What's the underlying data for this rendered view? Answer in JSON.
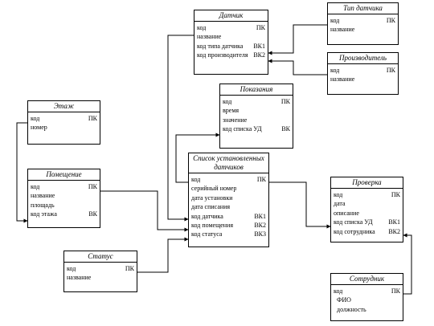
{
  "entities": {
    "datchik": {
      "title": "Датчик",
      "fields": [
        {
          "name": "код",
          "key": "ПК"
        },
        {
          "name": "название",
          "key": ""
        },
        {
          "name": "код типа датчика",
          "key": "ВК1"
        },
        {
          "name": "код производителя",
          "key": "ВК2"
        }
      ]
    },
    "tip_datchika": {
      "title": "Тип датчика",
      "fields": [
        {
          "name": "код",
          "key": "ПК"
        },
        {
          "name": "название",
          "key": ""
        }
      ]
    },
    "proizvoditel": {
      "title": "Производитель",
      "fields": [
        {
          "name": "код",
          "key": "ПК"
        },
        {
          "name": "название",
          "key": ""
        }
      ]
    },
    "pokazaniya": {
      "title": "Показания",
      "fields": [
        {
          "name": "код",
          "key": "ПК"
        },
        {
          "name": "время",
          "key": ""
        },
        {
          "name": "значение",
          "key": ""
        },
        {
          "name": "код списка УД",
          "key": "ВК"
        }
      ]
    },
    "etazh": {
      "title": "Этаж",
      "fields": [
        {
          "name": "код",
          "key": "ПК"
        },
        {
          "name": "номер",
          "key": ""
        }
      ]
    },
    "pomeshchenie": {
      "title": "Помещение",
      "fields": [
        {
          "name": "код",
          "key": "ПК"
        },
        {
          "name": "название",
          "key": ""
        },
        {
          "name": "площадь",
          "key": ""
        },
        {
          "name": "код этажа",
          "key": "ВК"
        }
      ]
    },
    "spisok": {
      "title": "Список установленных датчиков",
      "fields": [
        {
          "name": "код",
          "key": "ПК"
        },
        {
          "name": "серийный номер",
          "key": ""
        },
        {
          "name": "дата установки",
          "key": ""
        },
        {
          "name": "дата списания",
          "key": ""
        },
        {
          "name": "код датчика",
          "key": "ВК1"
        },
        {
          "name": "код помещения",
          "key": "ВК2"
        },
        {
          "name": "код статуса",
          "key": "ВК3"
        }
      ]
    },
    "proverka": {
      "title": "Проверка",
      "fields": [
        {
          "name": "код",
          "key": "ПК"
        },
        {
          "name": "дата",
          "key": ""
        },
        {
          "name": "описание",
          "key": ""
        },
        {
          "name": "код списка УД",
          "key": "ВК1"
        },
        {
          "name": "код сотрудника",
          "key": "ВК2"
        }
      ]
    },
    "status": {
      "title": "Статус",
      "fields": [
        {
          "name": "код",
          "key": "ПК"
        },
        {
          "name": "название",
          "key": ""
        }
      ]
    },
    "sotrudnik": {
      "title": "Сотрудник",
      "fields": [
        {
          "name": "код",
          "key": "ПК"
        },
        {
          "name": "ФИО",
          "key": ""
        },
        {
          "name": "должность",
          "key": ""
        }
      ]
    }
  }
}
